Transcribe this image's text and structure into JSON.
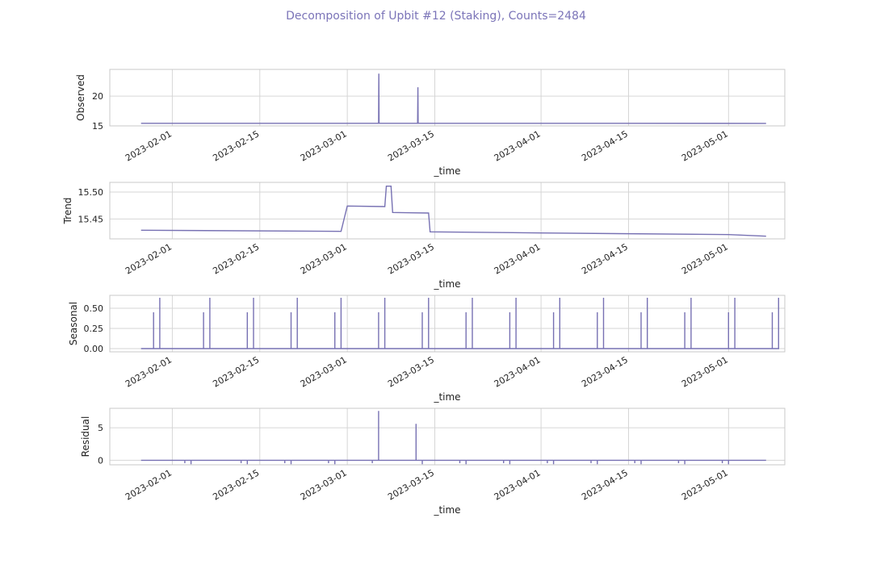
{
  "title": "Decomposition of Upbit #12 (Staking), Counts=2484",
  "colors": {
    "line": "#7771b3",
    "grid": "#d6d6d6",
    "frame": "#c8c8c8",
    "title": "#7b74b8"
  },
  "chart_data": [
    {
      "type": "line",
      "ylabel": "Observed",
      "xlabel": "_time",
      "xlim": [
        "2023-01-22",
        "2023-05-10"
      ],
      "ylim": [
        15,
        24.5
      ],
      "yticks": [
        15,
        20
      ],
      "ytick_labels": [
        "15",
        "20"
      ],
      "xticks": [
        "2023-02-01",
        "2023-02-15",
        "2023-03-01",
        "2023-03-15",
        "2023-04-01",
        "2023-04-15",
        "2023-05-01"
      ],
      "grid": true,
      "series": [
        {
          "points": [
            [
              "2023-01-27",
              15.44
            ],
            [
              "2023-03-06 00:00",
              15.44
            ],
            [
              "2023-03-06 01:00",
              23.8
            ],
            [
              "2023-03-06 02:00",
              15.44
            ],
            [
              "2023-03-12 06:00",
              15.44
            ],
            [
              "2023-03-12 07:00",
              21.5
            ],
            [
              "2023-03-12 08:00",
              15.44
            ],
            [
              "2023-05-07",
              15.42
            ]
          ]
        }
      ]
    },
    {
      "type": "line",
      "ylabel": "Trend",
      "xlabel": "_time",
      "xlim": [
        "2023-01-22",
        "2023-05-10"
      ],
      "ylim": [
        15.413,
        15.518
      ],
      "yticks": [
        15.45,
        15.5
      ],
      "ytick_labels": [
        "15.45",
        "15.50"
      ],
      "xticks": [
        "2023-02-01",
        "2023-02-15",
        "2023-03-01",
        "2023-03-15",
        "2023-04-01",
        "2023-04-15",
        "2023-05-01"
      ],
      "grid": true,
      "series": [
        {
          "points": [
            [
              "2023-01-27",
              15.429
            ],
            [
              "2023-02-28",
              15.427
            ],
            [
              "2023-03-01",
              15.474
            ],
            [
              "2023-03-07",
              15.473
            ],
            [
              "2023-03-07 06:00",
              15.511
            ],
            [
              "2023-03-08",
              15.511
            ],
            [
              "2023-03-08 06:00",
              15.462
            ],
            [
              "2023-03-14",
              15.461
            ],
            [
              "2023-03-14 06:00",
              15.426
            ],
            [
              "2023-04-01",
              15.424
            ],
            [
              "2023-05-01",
              15.421
            ],
            [
              "2023-05-07",
              15.418
            ]
          ]
        }
      ]
    },
    {
      "type": "line",
      "ylabel": "Seasonal",
      "xlabel": "_time",
      "xlim": [
        "2023-01-22",
        "2023-05-10"
      ],
      "ylim": [
        -0.04,
        0.66
      ],
      "yticks": [
        0.0,
        0.25,
        0.5
      ],
      "ytick_labels": [
        "0.00",
        "0.25",
        "0.50"
      ],
      "xticks": [
        "2023-02-01",
        "2023-02-15",
        "2023-03-01",
        "2023-03-15",
        "2023-04-01",
        "2023-04-15",
        "2023-05-01"
      ],
      "grid": true,
      "spike_series": {
        "baseline": 0,
        "spikes": [
          [
            "2023-01-29",
            0.45
          ],
          [
            "2023-01-30",
            0.63
          ],
          [
            "2023-02-06",
            0.45
          ],
          [
            "2023-02-07",
            0.63
          ],
          [
            "2023-02-13",
            0.45
          ],
          [
            "2023-02-14",
            0.63
          ],
          [
            "2023-02-20",
            0.45
          ],
          [
            "2023-02-21",
            0.63
          ],
          [
            "2023-02-27",
            0.45
          ],
          [
            "2023-02-28",
            0.63
          ],
          [
            "2023-03-06",
            0.45
          ],
          [
            "2023-03-07",
            0.63
          ],
          [
            "2023-03-13",
            0.45
          ],
          [
            "2023-03-14",
            0.63
          ],
          [
            "2023-03-20",
            0.45
          ],
          [
            "2023-03-21",
            0.63
          ],
          [
            "2023-03-27",
            0.45
          ],
          [
            "2023-03-28",
            0.63
          ],
          [
            "2023-04-03",
            0.45
          ],
          [
            "2023-04-04",
            0.63
          ],
          [
            "2023-04-10",
            0.45
          ],
          [
            "2023-04-11",
            0.63
          ],
          [
            "2023-04-17",
            0.45
          ],
          [
            "2023-04-18",
            0.63
          ],
          [
            "2023-04-24",
            0.45
          ],
          [
            "2023-04-25",
            0.63
          ],
          [
            "2023-05-01",
            0.45
          ],
          [
            "2023-05-02",
            0.63
          ],
          [
            "2023-05-08",
            0.45
          ],
          [
            "2023-05-09",
            0.63
          ]
        ],
        "start": "2023-01-27",
        "end": "2023-05-07"
      }
    },
    {
      "type": "line",
      "ylabel": "Residual",
      "xlabel": "_time",
      "xlim": [
        "2023-01-22",
        "2023-05-10"
      ],
      "ylim": [
        -0.7,
        8.0
      ],
      "yticks": [
        0,
        5
      ],
      "ytick_labels": [
        "0",
        "5"
      ],
      "xticks": [
        "2023-02-01",
        "2023-02-15",
        "2023-03-01",
        "2023-03-15",
        "2023-04-01",
        "2023-04-15",
        "2023-05-01"
      ],
      "grid": true,
      "spike_series": {
        "baseline": 0,
        "spikes": [
          [
            "2023-02-03",
            -0.45
          ],
          [
            "2023-02-04",
            -0.6
          ],
          [
            "2023-02-12",
            -0.45
          ],
          [
            "2023-02-13",
            -0.6
          ],
          [
            "2023-02-19",
            -0.45
          ],
          [
            "2023-02-20",
            -0.6
          ],
          [
            "2023-02-26",
            -0.45
          ],
          [
            "2023-02-27",
            -0.6
          ],
          [
            "2023-03-05",
            -0.45
          ],
          [
            "2023-03-06",
            7.6
          ],
          [
            "2023-03-12",
            5.6
          ],
          [
            "2023-03-13",
            -0.6
          ],
          [
            "2023-03-19",
            -0.45
          ],
          [
            "2023-03-20",
            -0.6
          ],
          [
            "2023-03-26",
            -0.45
          ],
          [
            "2023-03-27",
            -0.6
          ],
          [
            "2023-04-02",
            -0.45
          ],
          [
            "2023-04-03",
            -0.6
          ],
          [
            "2023-04-09",
            -0.45
          ],
          [
            "2023-04-10",
            -0.6
          ],
          [
            "2023-04-16",
            -0.45
          ],
          [
            "2023-04-17",
            -0.6
          ],
          [
            "2023-04-23",
            -0.45
          ],
          [
            "2023-04-24",
            -0.6
          ],
          [
            "2023-04-30",
            -0.45
          ],
          [
            "2023-05-01",
            -0.6
          ]
        ],
        "start": "2023-01-27",
        "end": "2023-05-07"
      }
    }
  ]
}
